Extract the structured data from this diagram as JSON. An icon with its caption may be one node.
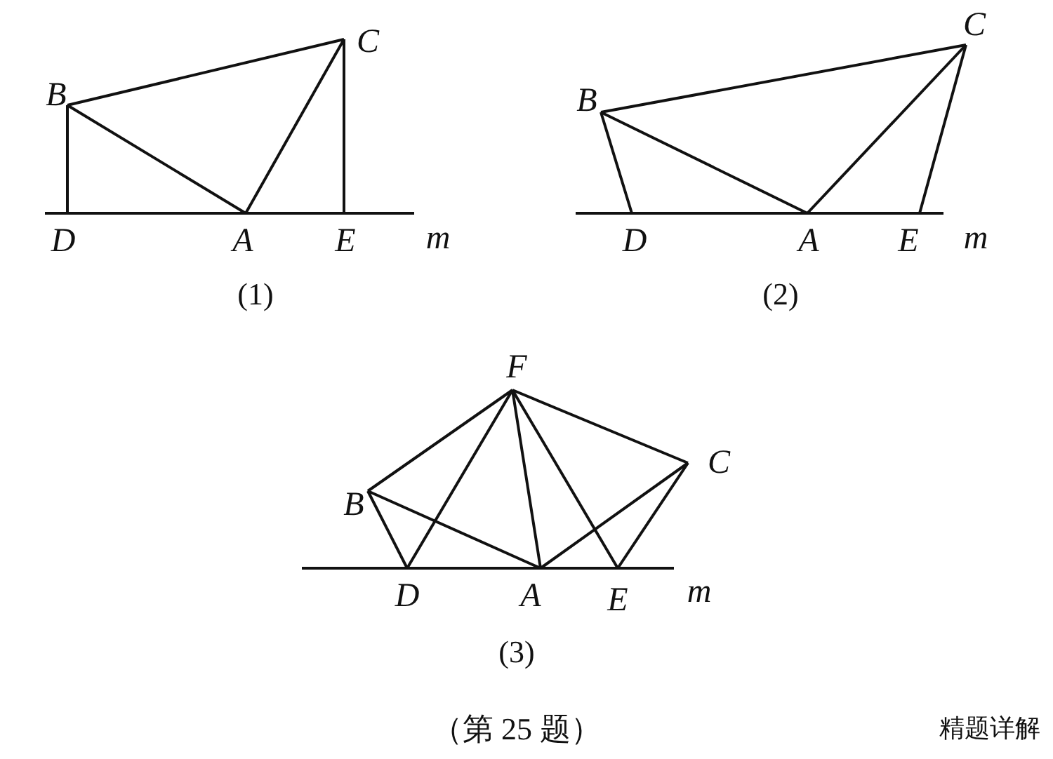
{
  "diagram": {
    "labels": [
      "C",
      "B",
      "D",
      "A",
      "E",
      "m",
      "(1)",
      "C",
      "B",
      "D",
      "A",
      "E",
      "m",
      "(2)",
      "F",
      "C",
      "B",
      "D",
      "A",
      "E",
      "m",
      "(3)",
      "（第 25 题）",
      "精题详解"
    ]
  }
}
